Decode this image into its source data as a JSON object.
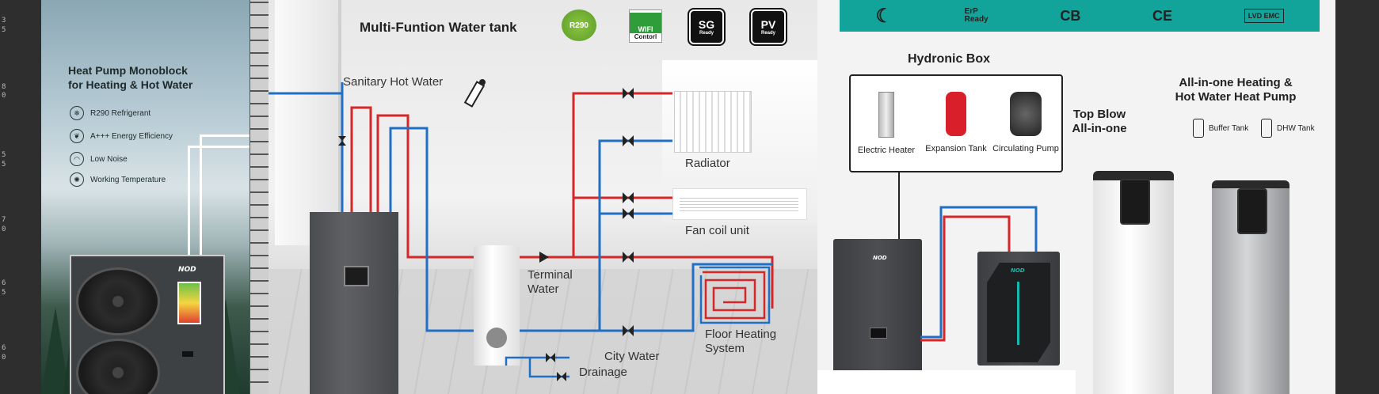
{
  "ruler_ticks": [
    "3",
    "5",
    "8",
    "0",
    "5",
    "5",
    "7",
    "0",
    "6",
    "5",
    "6",
    "0"
  ],
  "panel_forest": {
    "title_line1": "Heat Pump Monoblock",
    "title_line2": "for Heating & Hot Water",
    "features": [
      {
        "icon": "snowflake-icon",
        "glyph": "❄",
        "label": "R290 Refrigerant"
      },
      {
        "icon": "leaf-icon",
        "glyph": "❦",
        "label": "A+++ Energy Efficiency"
      },
      {
        "icon": "sound-icon",
        "glyph": "◠",
        "label": "Low Noise"
      },
      {
        "icon": "thermometer-icon",
        "glyph": "✺",
        "label": "Working Temperature"
      }
    ],
    "unit_brand": "NOD"
  },
  "panel_schematic": {
    "heading": "Multi-Funtion Water tank",
    "badges": {
      "r290": "R290",
      "wifi_top": "WIFI",
      "wifi_bottom": "Contorl",
      "sg_big": "SG",
      "sg_small": "Ready",
      "pv_big": "PV",
      "pv_small": "Ready"
    },
    "labels": {
      "sanitary": "Sanitary Hot Water",
      "radiator": "Radiator",
      "fancoil": "Fan coil unit",
      "terminal_line1": "Terminal",
      "terminal_line2": "Water",
      "floor_line1": "Floor Heating",
      "floor_line2": "System",
      "city_water": "City Water",
      "drainage": "Drainage"
    },
    "pipe_colors": {
      "hot": "#d62728",
      "cold": "#1f6fc4"
    }
  },
  "panel_right": {
    "cert_bar": {
      "color": "#12a39b",
      "items": [
        "ErP",
        "Ready",
        "CB",
        "CE",
        "LVD EMC"
      ]
    },
    "hydronic_title": "Hydronic Box",
    "hydronic_items": [
      {
        "icon": "electric-heater-icon",
        "label": "Electric Heater"
      },
      {
        "icon": "expansion-tank-icon",
        "label": "Expansion Tank"
      },
      {
        "icon": "circulating-pump-icon",
        "label": "Circulating Pump"
      }
    ],
    "unit_brand": "NOD",
    "top_blow_line1": "Top Blow",
    "top_blow_line2": "All-in-one",
    "aio_line1": "All-in-one Heating &",
    "aio_line2": "Hot Water Heat Pump",
    "legend": [
      {
        "icon": "buffer-tank-icon",
        "label": "Buffer Tank"
      },
      {
        "icon": "dhw-tank-icon",
        "label": "DHW Tank"
      }
    ]
  }
}
